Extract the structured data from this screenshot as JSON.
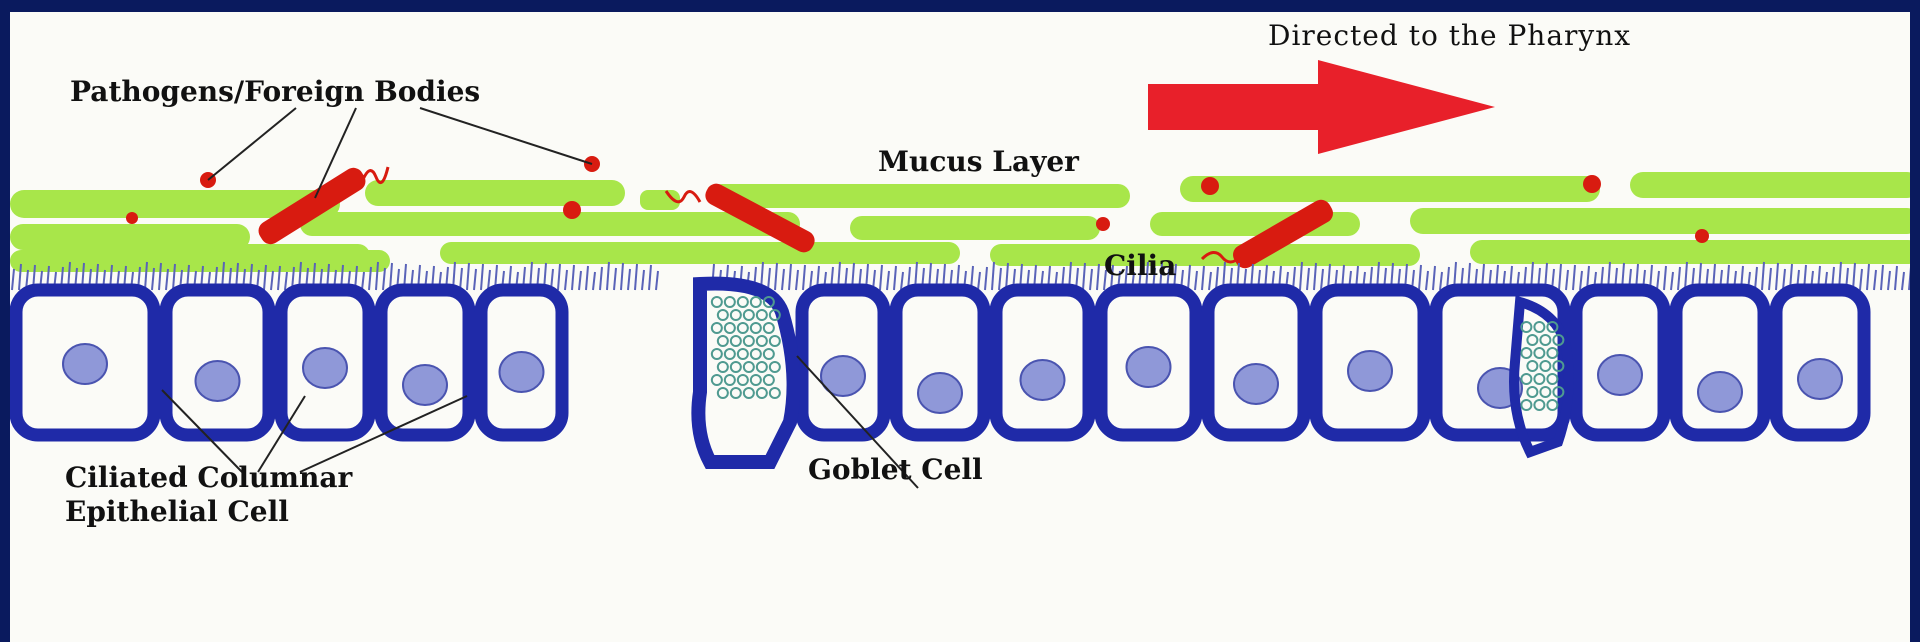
{
  "labels": {
    "direction": "Directed to the Pharynx",
    "pathogens": "Pathogens/Foreign Bodies",
    "mucus": "Mucus Layer",
    "cilia": "Cilia",
    "goblet": "Goblet Cell",
    "epithelial_line1": "Ciliated Columnar",
    "epithelial_line2": "Epithelial Cell"
  },
  "colors": {
    "frame": "#0a1a5e",
    "mucus": "#a8e64a",
    "pathogen": "#d81b10",
    "arrow": "#e8202a",
    "cell_outline": "#1f2aa8",
    "nucleus": "#8f98d8",
    "cilia": "#5a63b8",
    "goblet_granules": "#4f9a90"
  }
}
